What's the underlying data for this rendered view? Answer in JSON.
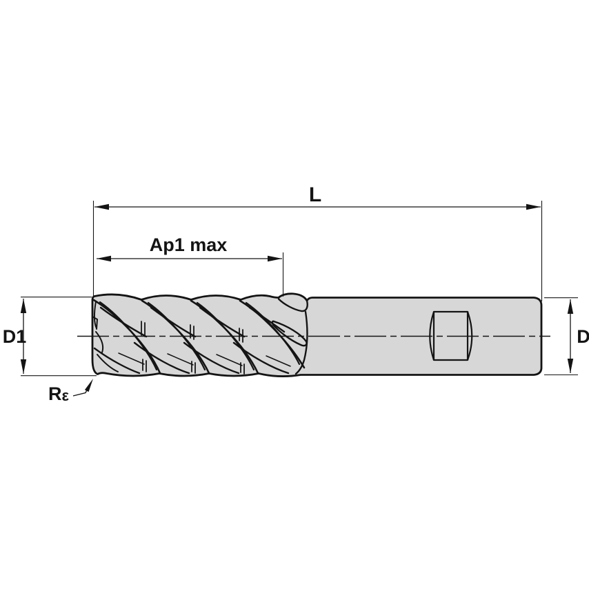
{
  "drawing": {
    "type": "end-mill-technical-drawing",
    "labels": {
      "overall_length": "L",
      "cutting_length": "Ap1 max",
      "cutter_diameter": "D1",
      "shank_diameter": "D",
      "corner_radius_base": "R",
      "corner_radius_sub": "ε"
    },
    "colors": {
      "background": "#ffffff",
      "line": "#141414",
      "tool_fill": "#d7d7d7"
    }
  }
}
